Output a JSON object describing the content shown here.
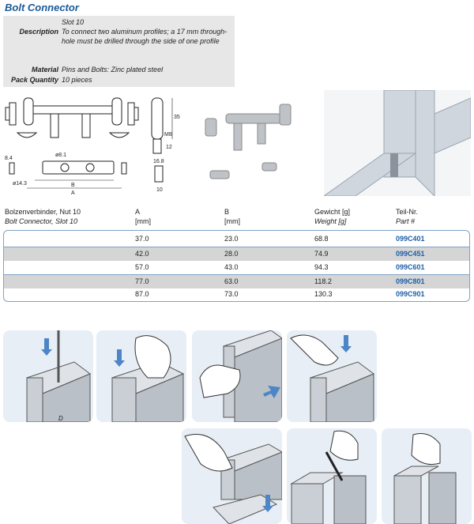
{
  "title": "Bolt Connector",
  "specs": [
    {
      "key": "",
      "value": "Slot 10"
    },
    {
      "key": "Description",
      "value": "To connect two aluminum profiles; a 17 mm through-hole must be drilled through the side of one profile"
    },
    {
      "key": "Material",
      "value": "Pins and Bolts: Zinc plated steel"
    },
    {
      "key": "Pack Quantity",
      "value": "10 pieces"
    }
  ],
  "drawing_labels": {
    "dim_35": "35",
    "m8": "M8",
    "dim_12": "12",
    "dim_16_8": "16.8",
    "dim_10": "10",
    "dim_8_4": "8.4",
    "dia_8_1": "ø8.1",
    "dia_14_3": "ø14.3",
    "b": "B",
    "a": "A"
  },
  "table": {
    "headers": [
      {
        "de": "Bolzenverbinder, Nut 10",
        "en": "Bolt Connector, Slot 10"
      },
      {
        "de": "A",
        "en": "[mm]"
      },
      {
        "de": "B",
        "en": "[mm]"
      },
      {
        "de": "Gewicht [g]",
        "en": "Weight [g]"
      },
      {
        "de": "Teil-Nr.",
        "en": "Part #"
      }
    ],
    "rows": [
      {
        "a": "37.0",
        "b": "23.0",
        "weight": "68.8",
        "part": "099C401"
      },
      {
        "a": "42.0",
        "b": "28.0",
        "weight": "74.9",
        "part": "099C451"
      },
      {
        "a": "57.0",
        "b": "43.0",
        "weight": "94.3",
        "part": "099C601"
      },
      {
        "a": "77.0",
        "b": "63.0",
        "weight": "118.2",
        "part": "099C801"
      },
      {
        "a": "87.0",
        "b": "73.0",
        "weight": "130.3",
        "part": "099C901"
      }
    ]
  },
  "step_label_d": "D",
  "colors": {
    "title": "#1a5a9a",
    "part": "#1d5fa8",
    "panel": "#e8eef6",
    "arrow": "#4d86c6",
    "box_border": "#7fa2c6"
  }
}
